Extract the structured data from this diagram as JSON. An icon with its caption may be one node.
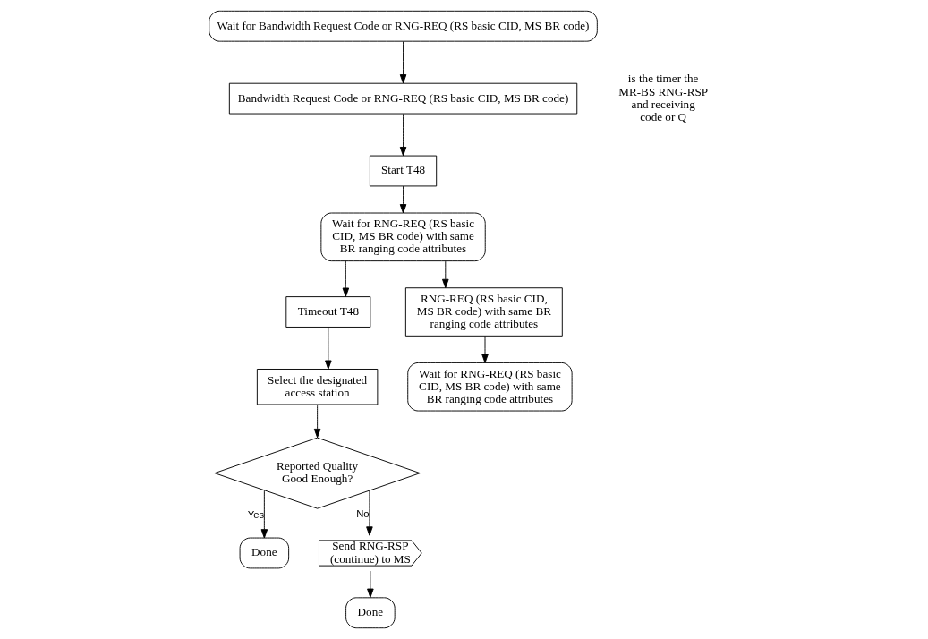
{
  "diagram": {
    "nodes": [
      {
        "text": [
          "Wait for Bandwidth Request Code or RNG-REQ (RS basic CID, MS BR code)"
        ]
      },
      {
        "text": [
          "Bandwidth Request Code or RNG-REQ (RS basic CID, MS BR code)"
        ]
      },
      {
        "text": [
          "Start T48"
        ]
      },
      {
        "text": [
          "Wait for RNG-REQ (RS basic CID, MS BR code) with same BR ranging code attributes"
        ]
      },
      {
        "text": [
          "Timeout T48"
        ]
      },
      {
        "text": [
          "Select the designated access station"
        ]
      },
      {
        "text": [
          "Reported Quality Good Enough?"
        ]
      },
      {
        "text": [
          "Done"
        ]
      },
      {
        "text": [
          "Send RNG-RSP (continue) to MS"
        ]
      },
      {
        "text": [
          "Done"
        ]
      },
      {
        "text": [
          "RNG-REQ (RS basic CID, MS BR code) with same BR ranging code attributes"
        ]
      },
      {
        "text": [
          "Wait for RNG-REQ (RS basic CID, MS BR code) with same BR ranging code attributes"
        ]
      }
    ],
    "edges": [
      {
        "from": 0,
        "to": 1,
        "arrow": "to"
      },
      {
        "from": 1,
        "to": 2,
        "arrow": "to"
      },
      {
        "from": 2,
        "to": 3,
        "arrow": "to"
      },
      {
        "from": 3,
        "to": 4,
        "arrow": "to"
      },
      {
        "from": 3,
        "to": 10,
        "arrow": "to"
      },
      {
        "from": 4,
        "to": 5,
        "arrow": "to"
      },
      {
        "from": 5,
        "to": 6,
        "arrow": "to"
      },
      {
        "from": 6,
        "to": 7,
        "arrow": "to",
        "label": "Yes"
      },
      {
        "from": 6,
        "to": 8,
        "arrow": "to",
        "label": "No"
      },
      {
        "from": 8,
        "to": 9,
        "arrow": "to"
      },
      {
        "from": 10,
        "to": 11,
        "arrow": "to"
      }
    ],
    "labels": [
      "is the timer the MR-BS RNG-RSP and receiving code or Q"
    ]
  }
}
